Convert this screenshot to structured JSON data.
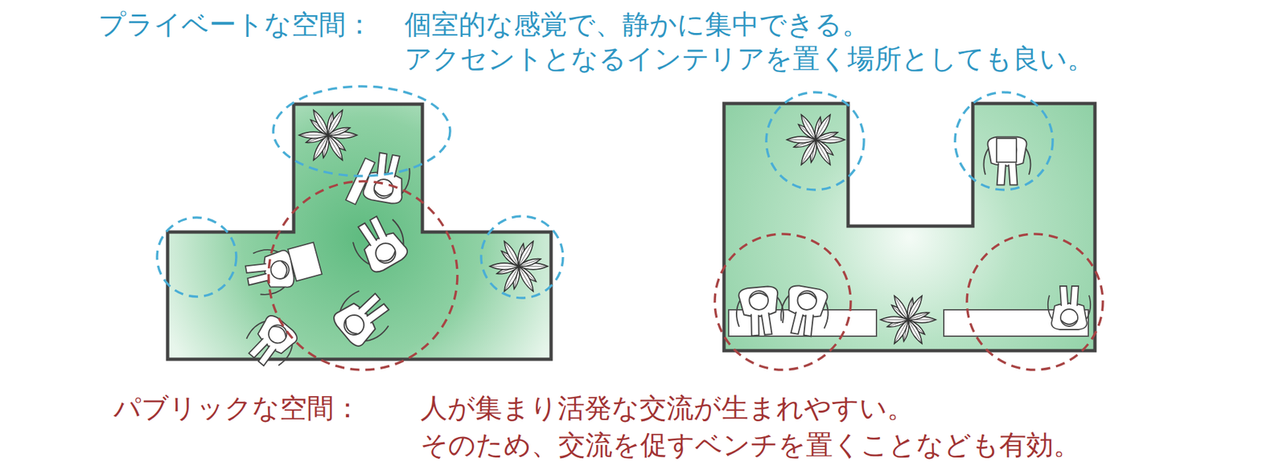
{
  "diagram": {
    "labels": [
      "プライベートな空間：",
      "個室的な感覚で、静かに集中できる。",
      "アクセントとなるインテリアを置く場所としても良い。",
      "パブリックな空間：",
      "人が集まり活発な交流が生まれやすい。",
      "そのため、交流を促すベンチを置くことなども有効。"
    ]
  }
}
